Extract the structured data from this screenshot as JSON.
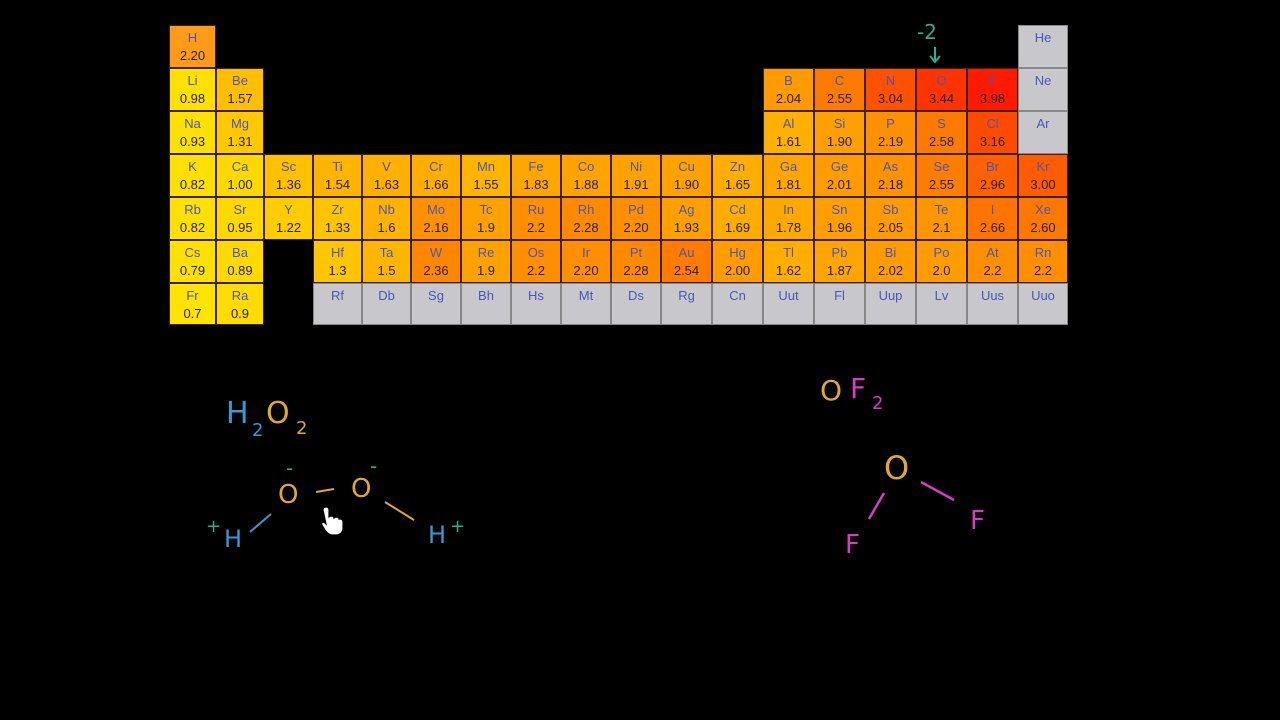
{
  "colors": {
    "background": "#000000",
    "symbol_text": "#4a56b8",
    "en_text": "#222222",
    "h2o2_hydrogen": "#3a9ad0",
    "oxygen": "#e0a830",
    "partial_charge": "#2ab08a",
    "fluorine": "#d63cc4"
  },
  "periodic_table": {
    "cells": [
      {
        "symbol": "H",
        "en": "2.20",
        "row": 1,
        "col": 1,
        "color": "#ff9a1a"
      },
      {
        "symbol": "He",
        "en": "",
        "row": 1,
        "col": 18,
        "color": "gray"
      },
      {
        "symbol": "Li",
        "en": "0.98",
        "row": 2,
        "col": 1,
        "color": "#ffe000"
      },
      {
        "symbol": "Be",
        "en": "1.57",
        "row": 2,
        "col": 2,
        "color": "#ffbf00"
      },
      {
        "symbol": "B",
        "en": "2.04",
        "row": 2,
        "col": 13,
        "color": "#ff9a00"
      },
      {
        "symbol": "C",
        "en": "2.55",
        "row": 2,
        "col": 14,
        "color": "#ff7a00"
      },
      {
        "symbol": "N",
        "en": "3.04",
        "row": 2,
        "col": 15,
        "color": "#ff5200"
      },
      {
        "symbol": "O",
        "en": "3.44",
        "row": 2,
        "col": 16,
        "color": "#ff3300"
      },
      {
        "symbol": "F",
        "en": "3.98",
        "row": 2,
        "col": 17,
        "color": "#ff1a00"
      },
      {
        "symbol": "Ne",
        "en": "",
        "row": 2,
        "col": 18,
        "color": "gray"
      },
      {
        "symbol": "Na",
        "en": "0.93",
        "row": 3,
        "col": 1,
        "color": "#ffe000"
      },
      {
        "symbol": "Mg",
        "en": "1.31",
        "row": 3,
        "col": 2,
        "color": "#ffc800"
      },
      {
        "symbol": "Al",
        "en": "1.61",
        "row": 3,
        "col": 13,
        "color": "#ffb000"
      },
      {
        "symbol": "Si",
        "en": "1.90",
        "row": 3,
        "col": 14,
        "color": "#ffa000"
      },
      {
        "symbol": "P",
        "en": "2.19",
        "row": 3,
        "col": 15,
        "color": "#ff9000"
      },
      {
        "symbol": "S",
        "en": "2.58",
        "row": 3,
        "col": 16,
        "color": "#ff7a00"
      },
      {
        "symbol": "Cl",
        "en": "3.16",
        "row": 3,
        "col": 17,
        "color": "#ff4a00"
      },
      {
        "symbol": "Ar",
        "en": "",
        "row": 3,
        "col": 18,
        "color": "gray"
      },
      {
        "symbol": "K",
        "en": "0.82",
        "row": 4,
        "col": 1,
        "color": "#ffe000"
      },
      {
        "symbol": "Ca",
        "en": "1.00",
        "row": 4,
        "col": 2,
        "color": "#ffd800"
      },
      {
        "symbol": "Sc",
        "en": "1.36",
        "row": 4,
        "col": 3,
        "color": "#ffc000"
      },
      {
        "symbol": "Ti",
        "en": "1.54",
        "row": 4,
        "col": 4,
        "color": "#ffb400"
      },
      {
        "symbol": "V",
        "en": "1.63",
        "row": 4,
        "col": 5,
        "color": "#ffb000"
      },
      {
        "symbol": "Cr",
        "en": "1.66",
        "row": 4,
        "col": 6,
        "color": "#ffad00"
      },
      {
        "symbol": "Mn",
        "en": "1.55",
        "row": 4,
        "col": 7,
        "color": "#ffb400"
      },
      {
        "symbol": "Fe",
        "en": "1.83",
        "row": 4,
        "col": 8,
        "color": "#ffa600"
      },
      {
        "symbol": "Co",
        "en": "1.88",
        "row": 4,
        "col": 9,
        "color": "#ffa300"
      },
      {
        "symbol": "Ni",
        "en": "1.91",
        "row": 4,
        "col": 10,
        "color": "#ffa200"
      },
      {
        "symbol": "Cu",
        "en": "1.90",
        "row": 4,
        "col": 11,
        "color": "#ffa200"
      },
      {
        "symbol": "Zn",
        "en": "1.65",
        "row": 4,
        "col": 12,
        "color": "#ffae00"
      },
      {
        "symbol": "Ga",
        "en": "1.81",
        "row": 4,
        "col": 13,
        "color": "#ffa600"
      },
      {
        "symbol": "Ge",
        "en": "2.01",
        "row": 4,
        "col": 14,
        "color": "#ff9c00"
      },
      {
        "symbol": "As",
        "en": "2.18",
        "row": 4,
        "col": 15,
        "color": "#ff9200"
      },
      {
        "symbol": "Se",
        "en": "2.55",
        "row": 4,
        "col": 16,
        "color": "#ff7e00"
      },
      {
        "symbol": "Br",
        "en": "2.96",
        "row": 4,
        "col": 17,
        "color": "#ff6000"
      },
      {
        "symbol": "Kr",
        "en": "3.00",
        "row": 4,
        "col": 18,
        "color": "#ff5c00"
      },
      {
        "symbol": "Rb",
        "en": "0.82",
        "row": 5,
        "col": 1,
        "color": "#ffe000"
      },
      {
        "symbol": "Sr",
        "en": "0.95",
        "row": 5,
        "col": 2,
        "color": "#ffd800"
      },
      {
        "symbol": "Y",
        "en": "1.22",
        "row": 5,
        "col": 3,
        "color": "#ffcc00"
      },
      {
        "symbol": "Zr",
        "en": "1.33",
        "row": 5,
        "col": 4,
        "color": "#ffc400"
      },
      {
        "symbol": "Nb",
        "en": "1.6",
        "row": 5,
        "col": 5,
        "color": "#ffb200"
      },
      {
        "symbol": "Mo",
        "en": "2.16",
        "row": 5,
        "col": 6,
        "color": "#ff9000"
      },
      {
        "symbol": "Tc",
        "en": "1.9",
        "row": 5,
        "col": 7,
        "color": "#ffa200"
      },
      {
        "symbol": "Ru",
        "en": "2.2",
        "row": 5,
        "col": 8,
        "color": "#ff8e00"
      },
      {
        "symbol": "Rh",
        "en": "2.28",
        "row": 5,
        "col": 9,
        "color": "#ff8a00"
      },
      {
        "symbol": "Pd",
        "en": "2.20",
        "row": 5,
        "col": 10,
        "color": "#ff8e00"
      },
      {
        "symbol": "Ag",
        "en": "1.93",
        "row": 5,
        "col": 11,
        "color": "#ffa000"
      },
      {
        "symbol": "Cd",
        "en": "1.69",
        "row": 5,
        "col": 12,
        "color": "#ffac00"
      },
      {
        "symbol": "In",
        "en": "1.78",
        "row": 5,
        "col": 13,
        "color": "#ffa800"
      },
      {
        "symbol": "Sn",
        "en": "1.96",
        "row": 5,
        "col": 14,
        "color": "#ff9e00"
      },
      {
        "symbol": "Sb",
        "en": "2.05",
        "row": 5,
        "col": 15,
        "color": "#ff9a00"
      },
      {
        "symbol": "Te",
        "en": "2.1",
        "row": 5,
        "col": 16,
        "color": "#ff9600"
      },
      {
        "symbol": "I",
        "en": "2.66",
        "row": 5,
        "col": 17,
        "color": "#ff7400"
      },
      {
        "symbol": "Xe",
        "en": "2.60",
        "row": 5,
        "col": 18,
        "color": "#ff7800"
      },
      {
        "symbol": "Cs",
        "en": "0.79",
        "row": 6,
        "col": 1,
        "color": "#ffe000"
      },
      {
        "symbol": "Ba",
        "en": "0.89",
        "row": 6,
        "col": 2,
        "color": "#ffda00"
      },
      {
        "symbol": "Hf",
        "en": "1.3",
        "row": 6,
        "col": 4,
        "color": "#ffc600"
      },
      {
        "symbol": "Ta",
        "en": "1.5",
        "row": 6,
        "col": 5,
        "color": "#ffb600"
      },
      {
        "symbol": "W",
        "en": "2.36",
        "row": 6,
        "col": 6,
        "color": "#ff8600"
      },
      {
        "symbol": "Re",
        "en": "1.9",
        "row": 6,
        "col": 7,
        "color": "#ffa200"
      },
      {
        "symbol": "Os",
        "en": "2.2",
        "row": 6,
        "col": 8,
        "color": "#ff8e00"
      },
      {
        "symbol": "Ir",
        "en": "2.20",
        "row": 6,
        "col": 9,
        "color": "#ff8e00"
      },
      {
        "symbol": "Pt",
        "en": "2.28",
        "row": 6,
        "col": 10,
        "color": "#ff8a00"
      },
      {
        "symbol": "Au",
        "en": "2.54",
        "row": 6,
        "col": 11,
        "color": "#ff7c00"
      },
      {
        "symbol": "Hg",
        "en": "2.00",
        "row": 6,
        "col": 12,
        "color": "#ff9c00"
      },
      {
        "symbol": "Tl",
        "en": "1.62",
        "row": 6,
        "col": 13,
        "color": "#ffae00"
      },
      {
        "symbol": "Pb",
        "en": "1.87",
        "row": 6,
        "col": 14,
        "color": "#ffa400"
      },
      {
        "symbol": "Bi",
        "en": "2.02",
        "row": 6,
        "col": 15,
        "color": "#ff9c00"
      },
      {
        "symbol": "Po",
        "en": "2.0",
        "row": 6,
        "col": 16,
        "color": "#ff9c00"
      },
      {
        "symbol": "At",
        "en": "2.2",
        "row": 6,
        "col": 17,
        "color": "#ff8e00"
      },
      {
        "symbol": "Rn",
        "en": "2.2",
        "row": 6,
        "col": 18,
        "color": "#ff8e00"
      },
      {
        "symbol": "Fr",
        "en": "0.7",
        "row": 7,
        "col": 1,
        "color": "#ffe400"
      },
      {
        "symbol": "Ra",
        "en": "0.9",
        "row": 7,
        "col": 2,
        "color": "#ffdc00"
      },
      {
        "symbol": "Rf",
        "en": "",
        "row": 7,
        "col": 4,
        "color": "gray"
      },
      {
        "symbol": "Db",
        "en": "",
        "row": 7,
        "col": 5,
        "color": "gray"
      },
      {
        "symbol": "Sg",
        "en": "",
        "row": 7,
        "col": 6,
        "color": "gray"
      },
      {
        "symbol": "Bh",
        "en": "",
        "row": 7,
        "col": 7,
        "color": "gray"
      },
      {
        "symbol": "Hs",
        "en": "",
        "row": 7,
        "col": 8,
        "color": "gray"
      },
      {
        "symbol": "Mt",
        "en": "",
        "row": 7,
        "col": 9,
        "color": "gray"
      },
      {
        "symbol": "Ds",
        "en": "",
        "row": 7,
        "col": 10,
        "color": "gray"
      },
      {
        "symbol": "Rg",
        "en": "",
        "row": 7,
        "col": 11,
        "color": "gray"
      },
      {
        "symbol": "Cn",
        "en": "",
        "row": 7,
        "col": 12,
        "color": "gray"
      },
      {
        "symbol": "Uut",
        "en": "",
        "row": 7,
        "col": 13,
        "color": "gray"
      },
      {
        "symbol": "Fl",
        "en": "",
        "row": 7,
        "col": 14,
        "color": "gray"
      },
      {
        "symbol": "Uup",
        "en": "",
        "row": 7,
        "col": 15,
        "color": "gray"
      },
      {
        "symbol": "Lv",
        "en": "",
        "row": 7,
        "col": 16,
        "color": "gray"
      },
      {
        "symbol": "Uus",
        "en": "",
        "row": 7,
        "col": 17,
        "color": "gray"
      },
      {
        "symbol": "Uuo",
        "en": "",
        "row": 7,
        "col": 18,
        "color": "gray"
      }
    ]
  },
  "annotations": {
    "oxygen_charge": "-2",
    "h2o2": {
      "formula_H": "H",
      "formula_sub1": "2",
      "formula_O": "O",
      "formula_sub2": "2",
      "atom_H_left": "H",
      "atom_O_left": "O",
      "atom_O_right": "O",
      "atom_H_right": "H",
      "charge_O_left": "-",
      "charge_O_right": "-",
      "charge_H_left": "+",
      "charge_H_right": "+"
    },
    "of2": {
      "formula_O": "O",
      "formula_F": "F",
      "formula_sub": "2",
      "atom_O": "O",
      "atom_F_left": "F",
      "atom_F_right": "F"
    }
  },
  "cursor": "hand-pointer-icon"
}
